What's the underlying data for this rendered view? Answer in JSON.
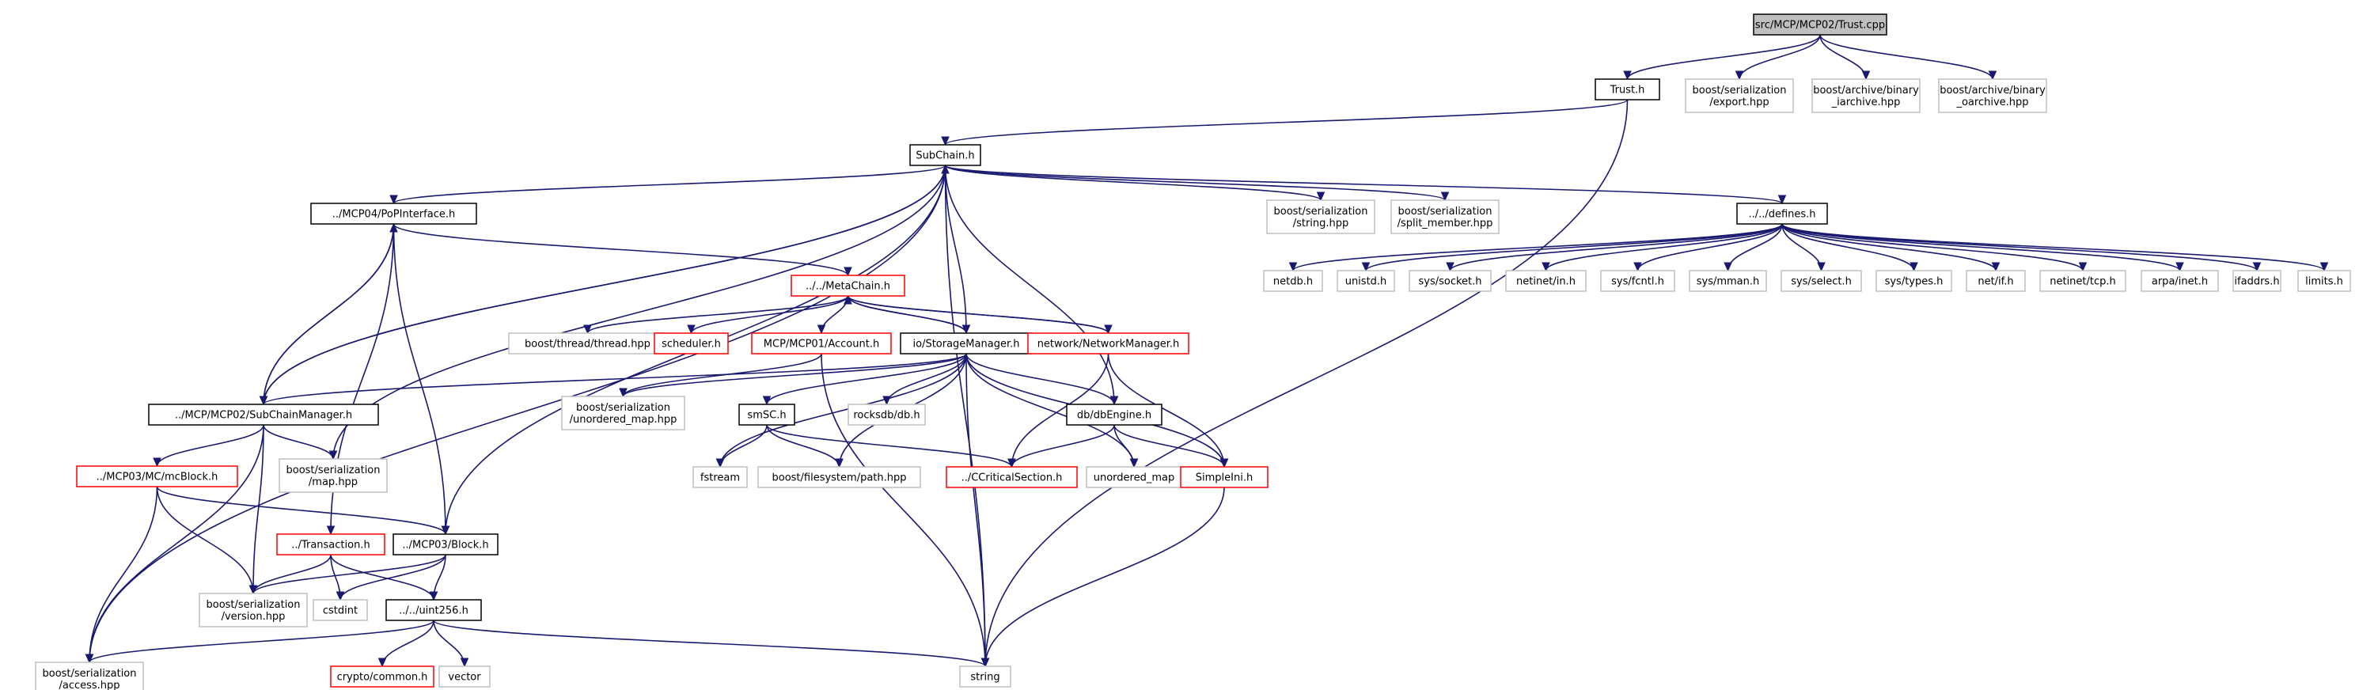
{
  "colors": {
    "edge": "#191970",
    "root_fill": "#bfbfbf",
    "node_border": "#000000",
    "external_border": "#bfbfbf",
    "truncated_border": "#ff0000",
    "node_fill": "#ffffff"
  },
  "nodes": [
    {
      "id": "trust_cpp",
      "lines": [
        "src/MCP/MCP02/Trust.cpp"
      ],
      "kind": "root"
    },
    {
      "id": "trust_h",
      "lines": [
        "Trust.h"
      ],
      "kind": "local"
    },
    {
      "id": "boost_export",
      "lines": [
        "boost/serialization",
        "/export.hpp"
      ],
      "kind": "external"
    },
    {
      "id": "boost_iarchive",
      "lines": [
        "boost/archive/binary",
        "_iarchive.hpp"
      ],
      "kind": "external"
    },
    {
      "id": "boost_oarchive",
      "lines": [
        "boost/archive/binary",
        "_oarchive.hpp"
      ],
      "kind": "external"
    },
    {
      "id": "subchain_h",
      "lines": [
        "SubChain.h"
      ],
      "kind": "local"
    },
    {
      "id": "popinterface_h",
      "lines": [
        "../MCP04/PoPInterface.h"
      ],
      "kind": "local"
    },
    {
      "id": "boost_string",
      "lines": [
        "boost/serialization",
        "/string.hpp"
      ],
      "kind": "external"
    },
    {
      "id": "boost_split_member",
      "lines": [
        "boost/serialization",
        "/split_member.hpp"
      ],
      "kind": "external"
    },
    {
      "id": "defines_h",
      "lines": [
        "../../defines.h"
      ],
      "kind": "local"
    },
    {
      "id": "netdb_h",
      "lines": [
        "netdb.h"
      ],
      "kind": "external"
    },
    {
      "id": "unistd_h",
      "lines": [
        "unistd.h"
      ],
      "kind": "external"
    },
    {
      "id": "sys_socket_h",
      "lines": [
        "sys/socket.h"
      ],
      "kind": "external"
    },
    {
      "id": "netinet_in_h",
      "lines": [
        "netinet/in.h"
      ],
      "kind": "external"
    },
    {
      "id": "sys_fcntl_h",
      "lines": [
        "sys/fcntl.h"
      ],
      "kind": "external"
    },
    {
      "id": "sys_mman_h",
      "lines": [
        "sys/mman.h"
      ],
      "kind": "external"
    },
    {
      "id": "sys_select_h",
      "lines": [
        "sys/select.h"
      ],
      "kind": "external"
    },
    {
      "id": "sys_types_h",
      "lines": [
        "sys/types.h"
      ],
      "kind": "external"
    },
    {
      "id": "net_if_h",
      "lines": [
        "net/if.h"
      ],
      "kind": "external"
    },
    {
      "id": "netinet_tcp_h",
      "lines": [
        "netinet/tcp.h"
      ],
      "kind": "external"
    },
    {
      "id": "arpa_inet_h",
      "lines": [
        "arpa/inet.h"
      ],
      "kind": "external"
    },
    {
      "id": "ifaddrs_h",
      "lines": [
        "ifaddrs.h"
      ],
      "kind": "external"
    },
    {
      "id": "limits_h",
      "lines": [
        "limits.h"
      ],
      "kind": "external"
    },
    {
      "id": "metachain_h",
      "lines": [
        "../../MetaChain.h"
      ],
      "kind": "truncated"
    },
    {
      "id": "boost_thread",
      "lines": [
        "boost/thread/thread.hpp"
      ],
      "kind": "external"
    },
    {
      "id": "scheduler_h",
      "lines": [
        "scheduler.h"
      ],
      "kind": "truncated"
    },
    {
      "id": "account_h",
      "lines": [
        "MCP/MCP01/Account.h"
      ],
      "kind": "truncated"
    },
    {
      "id": "storagemanager_h",
      "lines": [
        "io/StorageManager.h"
      ],
      "kind": "local"
    },
    {
      "id": "networkmanager_h",
      "lines": [
        "network/NetworkManager.h"
      ],
      "kind": "truncated"
    },
    {
      "id": "subchainmanager_h",
      "lines": [
        "../MCP/MCP02/SubChainManager.h"
      ],
      "kind": "local"
    },
    {
      "id": "boost_unordered_map",
      "lines": [
        "boost/serialization",
        "/unordered_map.hpp"
      ],
      "kind": "external"
    },
    {
      "id": "smsc_h",
      "lines": [
        "smSC.h"
      ],
      "kind": "local"
    },
    {
      "id": "rocksdb_h",
      "lines": [
        "rocksdb/db.h"
      ],
      "kind": "external"
    },
    {
      "id": "dbengine_h",
      "lines": [
        "db/dbEngine.h"
      ],
      "kind": "local"
    },
    {
      "id": "mcblock_h",
      "lines": [
        "../MCP03/MC/mcBlock.h"
      ],
      "kind": "truncated"
    },
    {
      "id": "boost_map",
      "lines": [
        "boost/serialization",
        "/map.hpp"
      ],
      "kind": "external"
    },
    {
      "id": "fstream",
      "lines": [
        "fstream"
      ],
      "kind": "external"
    },
    {
      "id": "boost_filesystem",
      "lines": [
        "boost/filesystem/path.hpp"
      ],
      "kind": "external"
    },
    {
      "id": "criticalsection_h",
      "lines": [
        "../CCriticalSection.h"
      ],
      "kind": "truncated"
    },
    {
      "id": "unordered_map",
      "lines": [
        "unordered_map"
      ],
      "kind": "external"
    },
    {
      "id": "simpleini_h",
      "lines": [
        "SimpleIni.h"
      ],
      "kind": "truncated"
    },
    {
      "id": "transaction_h",
      "lines": [
        "../Transaction.h"
      ],
      "kind": "truncated"
    },
    {
      "id": "block_h",
      "lines": [
        "../MCP03/Block.h"
      ],
      "kind": "local"
    },
    {
      "id": "boost_version",
      "lines": [
        "boost/serialization",
        "/version.hpp"
      ],
      "kind": "external"
    },
    {
      "id": "cstdint",
      "lines": [
        "cstdint"
      ],
      "kind": "external"
    },
    {
      "id": "uint256_h",
      "lines": [
        "../../uint256.h"
      ],
      "kind": "local"
    },
    {
      "id": "boost_access",
      "lines": [
        "boost/serialization",
        "/access.hpp"
      ],
      "kind": "external"
    },
    {
      "id": "crypto_common_h",
      "lines": [
        "crypto/common.h"
      ],
      "kind": "truncated"
    },
    {
      "id": "vector",
      "lines": [
        "vector"
      ],
      "kind": "external"
    },
    {
      "id": "string",
      "lines": [
        "string"
      ],
      "kind": "external"
    }
  ],
  "edges": [
    {
      "from": "trust_cpp",
      "to": "trust_h"
    },
    {
      "from": "trust_cpp",
      "to": "boost_export"
    },
    {
      "from": "trust_cpp",
      "to": "boost_iarchive"
    },
    {
      "from": "trust_cpp",
      "to": "boost_oarchive"
    },
    {
      "from": "trust_h",
      "to": "subchain_h"
    },
    {
      "from": "trust_h",
      "to": "string"
    },
    {
      "from": "subchain_h",
      "to": "popinterface_h"
    },
    {
      "from": "subchain_h",
      "to": "boost_string"
    },
    {
      "from": "subchain_h",
      "to": "boost_split_member"
    },
    {
      "from": "subchain_h",
      "to": "defines_h"
    },
    {
      "from": "subchain_h",
      "to": "storagemanager_h"
    },
    {
      "from": "subchain_h",
      "to": "subchainmanager_h"
    },
    {
      "from": "subchain_h",
      "to": "boost_map"
    },
    {
      "from": "subchain_h",
      "to": "block_h"
    },
    {
      "from": "subchain_h",
      "to": "dbengine_h"
    },
    {
      "from": "subchain_h",
      "to": "boost_access"
    },
    {
      "from": "subchain_h",
      "to": "string"
    },
    {
      "from": "defines_h",
      "to": "netdb_h"
    },
    {
      "from": "defines_h",
      "to": "unistd_h"
    },
    {
      "from": "defines_h",
      "to": "sys_socket_h"
    },
    {
      "from": "defines_h",
      "to": "netinet_in_h"
    },
    {
      "from": "defines_h",
      "to": "sys_fcntl_h"
    },
    {
      "from": "defines_h",
      "to": "sys_mman_h"
    },
    {
      "from": "defines_h",
      "to": "sys_select_h"
    },
    {
      "from": "defines_h",
      "to": "sys_types_h"
    },
    {
      "from": "defines_h",
      "to": "net_if_h"
    },
    {
      "from": "defines_h",
      "to": "netinet_tcp_h"
    },
    {
      "from": "defines_h",
      "to": "arpa_inet_h"
    },
    {
      "from": "defines_h",
      "to": "ifaddrs_h"
    },
    {
      "from": "defines_h",
      "to": "limits_h"
    },
    {
      "from": "popinterface_h",
      "to": "metachain_h"
    },
    {
      "from": "popinterface_h",
      "to": "subchainmanager_h"
    },
    {
      "from": "popinterface_h",
      "to": "transaction_h"
    },
    {
      "from": "popinterface_h",
      "to": "block_h"
    },
    {
      "from": "metachain_h",
      "to": "boost_thread"
    },
    {
      "from": "metachain_h",
      "to": "scheduler_h"
    },
    {
      "from": "metachain_h",
      "to": "account_h"
    },
    {
      "from": "metachain_h",
      "to": "storagemanager_h"
    },
    {
      "from": "metachain_h",
      "to": "networkmanager_h"
    },
    {
      "from": "storagemanager_h",
      "to": "metachain_h"
    },
    {
      "from": "networkmanager_h",
      "to": "metachain_h"
    },
    {
      "from": "account_h",
      "to": "boost_unordered_map"
    },
    {
      "from": "account_h",
      "to": "string"
    },
    {
      "from": "storagemanager_h",
      "to": "subchainmanager_h"
    },
    {
      "from": "storagemanager_h",
      "to": "boost_unordered_map"
    },
    {
      "from": "storagemanager_h",
      "to": "smsc_h"
    },
    {
      "from": "storagemanager_h",
      "to": "rocksdb_h"
    },
    {
      "from": "storagemanager_h",
      "to": "dbengine_h"
    },
    {
      "from": "storagemanager_h",
      "to": "fstream"
    },
    {
      "from": "storagemanager_h",
      "to": "boost_filesystem"
    },
    {
      "from": "storagemanager_h",
      "to": "unordered_map"
    },
    {
      "from": "storagemanager_h",
      "to": "simpleini_h"
    },
    {
      "from": "storagemanager_h",
      "to": "string"
    },
    {
      "from": "networkmanager_h",
      "to": "criticalsection_h"
    },
    {
      "from": "networkmanager_h",
      "to": "simpleini_h"
    },
    {
      "from": "subchainmanager_h",
      "to": "subchain_h"
    },
    {
      "from": "subchainmanager_h",
      "to": "popinterface_h"
    },
    {
      "from": "subchainmanager_h",
      "to": "mcblock_h"
    },
    {
      "from": "subchainmanager_h",
      "to": "boost_map"
    },
    {
      "from": "subchainmanager_h",
      "to": "boost_version"
    },
    {
      "from": "subchainmanager_h",
      "to": "boost_access"
    },
    {
      "from": "smsc_h",
      "to": "fstream"
    },
    {
      "from": "smsc_h",
      "to": "boost_filesystem"
    },
    {
      "from": "smsc_h",
      "to": "criticalsection_h"
    },
    {
      "from": "dbengine_h",
      "to": "criticalsection_h"
    },
    {
      "from": "dbengine_h",
      "to": "unordered_map"
    },
    {
      "from": "dbengine_h",
      "to": "simpleini_h"
    },
    {
      "from": "simpleini_h",
      "to": "string"
    },
    {
      "from": "mcblock_h",
      "to": "block_h"
    },
    {
      "from": "mcblock_h",
      "to": "boost_version"
    },
    {
      "from": "mcblock_h",
      "to": "boost_access"
    },
    {
      "from": "transaction_h",
      "to": "boost_version"
    },
    {
      "from": "transaction_h",
      "to": "cstdint"
    },
    {
      "from": "transaction_h",
      "to": "uint256_h"
    },
    {
      "from": "block_h",
      "to": "boost_version"
    },
    {
      "from": "block_h",
      "to": "cstdint"
    },
    {
      "from": "block_h",
      "to": "uint256_h"
    },
    {
      "from": "uint256_h",
      "to": "boost_access"
    },
    {
      "from": "uint256_h",
      "to": "crypto_common_h"
    },
    {
      "from": "uint256_h",
      "to": "vector"
    },
    {
      "from": "uint256_h",
      "to": "string"
    }
  ]
}
